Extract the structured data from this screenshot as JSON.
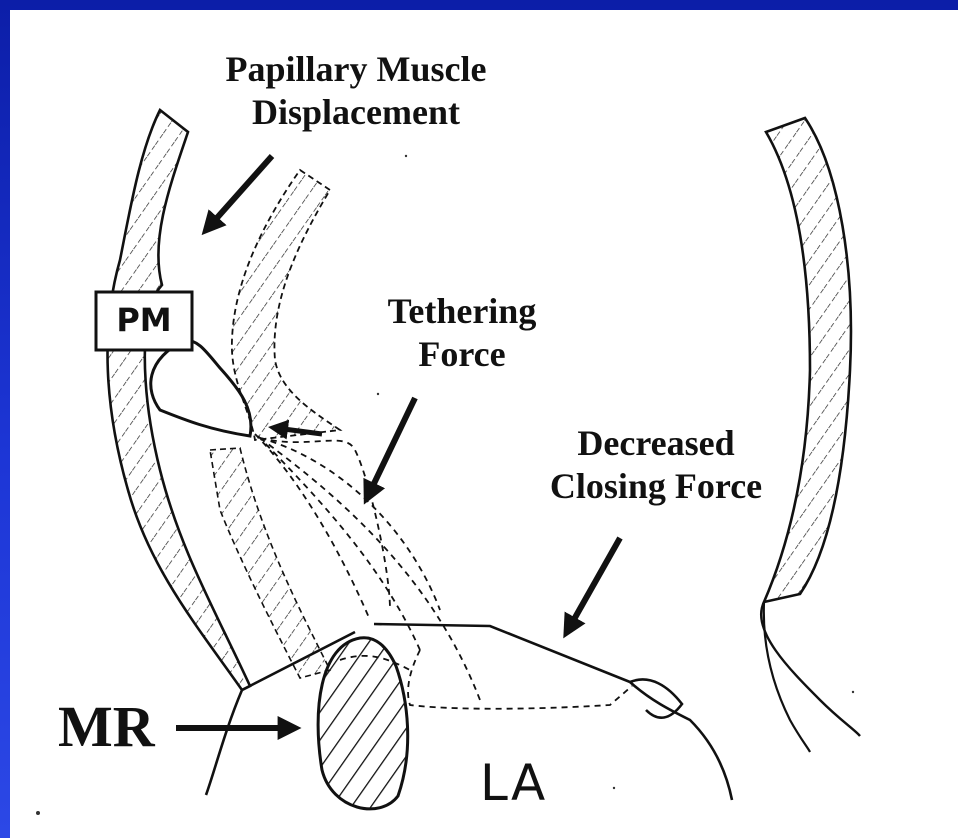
{
  "labels": {
    "papillary_line1": "Papillary Muscle",
    "papillary_line2": "Displacement",
    "tethering_line1": "Tethering",
    "tethering_line2": "Force",
    "decreased_line1": "Decreased",
    "decreased_line2": "Closing Force",
    "mr": "MR",
    "pm": "PM",
    "la": "LA"
  },
  "colors": {
    "frame": "#1a2fbf",
    "panel": "#ffffff",
    "ink": "#111111"
  }
}
